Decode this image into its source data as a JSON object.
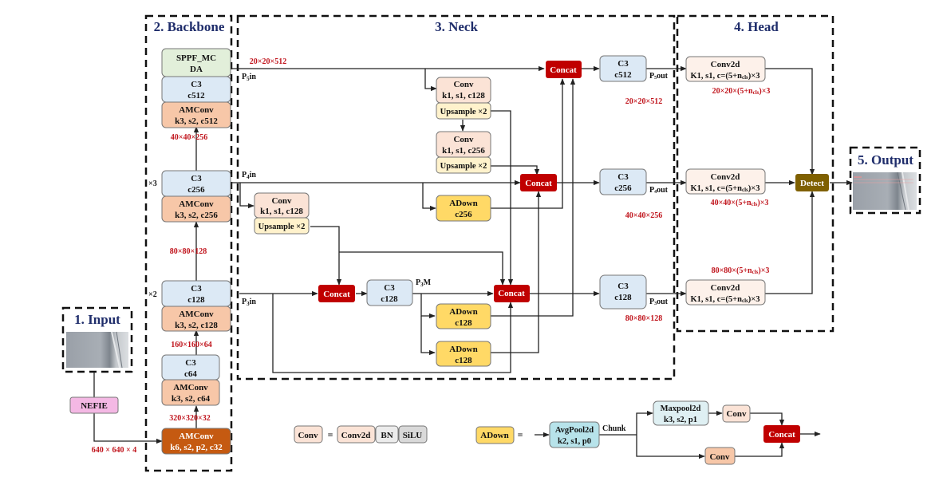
{
  "sections": {
    "input": "1. Input",
    "backbone": "2. Backbone",
    "neck": "3. Neck",
    "head": "4. Head",
    "output": "5. Output"
  },
  "colors": {
    "conv": "#fbe3d6",
    "amconv": "#f7c7a8",
    "amconv_first": "#c55a11",
    "c3": "#dce9f5",
    "sppf": "#e2efda",
    "upsample": "#fff2cc",
    "adown": "#ffd966",
    "concat": "#c00000",
    "detect": "#7f6000",
    "nefie": "#f4b8e4",
    "head_conv": "#fdf1ea",
    "avgpool": "#b7e3ea",
    "bn": "#ececec",
    "silu": "#d9d9d9",
    "section_title": "#1f2d6b",
    "dim_text": "#c0141c"
  },
  "input": {
    "nefie": "NEFIE",
    "dim": "640 × 640 × 4"
  },
  "backbone": {
    "sppf": [
      "SPPF_MC",
      "DA"
    ],
    "c3_512": [
      "C3",
      "c512"
    ],
    "amconv_512": [
      "AMConv",
      "k3, s2, c512"
    ],
    "dim_40": "40×40×256",
    "c3_256": [
      "C3",
      "c256"
    ],
    "repeat_3": "×3",
    "amconv_256": [
      "AMConv",
      "k3, s2, c256"
    ],
    "dim_80": "80×80×128",
    "c3_128": [
      "C3",
      "c128"
    ],
    "repeat_2": "×2",
    "amconv_128": [
      "AMConv",
      "k3, s2, c128"
    ],
    "dim_160": "160×160×64",
    "c3_64": [
      "C3",
      "c64"
    ],
    "amconv_64": [
      "AMConv",
      "k3, s2, c64"
    ],
    "dim_320": "320×320×32",
    "amconv_32": [
      "AMConv",
      "k6, s2, p2, c32"
    ]
  },
  "neck": {
    "dim_p5": "20×20×512",
    "p5in": "P5in",
    "p4in": "P4in",
    "p3in": "P3in",
    "p3m": "P3M",
    "conv_128_top": [
      "Conv",
      "k1, s1, c128"
    ],
    "upsample_top": "Upsample ×2",
    "conv_256": [
      "Conv",
      "k1, s1, c256"
    ],
    "upsample_mid": "Upsample ×2",
    "adown_256": [
      "ADown",
      "c256"
    ],
    "conv_128_left": [
      "Conv",
      "k1, s1, c128"
    ],
    "upsample_left": "Upsample ×2",
    "concat": "Concat",
    "c3_p3m": [
      "C3",
      "c128"
    ],
    "adown_128_a": [
      "ADown",
      "c128"
    ],
    "adown_128_b": [
      "ADown",
      "c128"
    ],
    "c3_out_512": [
      "C3",
      "c512"
    ],
    "c3_out_256": [
      "C3",
      "c256"
    ],
    "c3_out_128": [
      "C3",
      "c128"
    ],
    "p5out": "P5out",
    "p4out": "P4out",
    "p3out": "P3out",
    "dim_out_20": "20×20×512",
    "dim_out_40": "40×40×256",
    "dim_out_80": "80×80×128"
  },
  "head": {
    "conv2d": "Conv2d",
    "conv2d_params": "K1, s1, c=(5+n",
    "cls_sub": "cls",
    "conv2d_tail": ")×3",
    "dim_20_pre": "20×20×(5+n",
    "dim_40_pre": "40×40×(5+n",
    "dim_80_pre": "80×80×(5+n",
    "dim_tail": ")×3",
    "detect": "Detect"
  },
  "legend": {
    "conv": "Conv",
    "equals": "=",
    "conv2d": "Conv2d",
    "bn": "BN",
    "silu": "SiLU",
    "adown": "ADown",
    "avgpool": [
      "AvgPool2d",
      "k2, s1, p0"
    ],
    "chunk": "Chunk",
    "maxpool": [
      "Maxpool2d",
      "k3, s2, p1"
    ],
    "conv_a": "Conv",
    "conv_b": "Conv",
    "concat": "Concat"
  }
}
